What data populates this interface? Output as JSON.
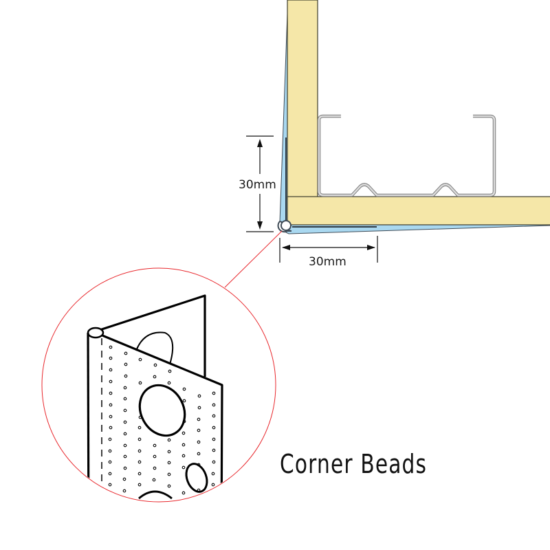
{
  "title": "Corner Beads",
  "dimensions": {
    "vertical": {
      "label": "30mm"
    },
    "horizontal": {
      "label": "30mm"
    }
  },
  "colors": {
    "drywall_fill": "#f5e7a8",
    "drywall_edge": "#3a3a2a",
    "bead_fill": "#a9d8f0",
    "bead_edge": "#3e4a55",
    "stud_fill": "#d9d9d9",
    "stud_edge": "#6e6e6e",
    "callout": "#e8262b",
    "dimension": "#111111",
    "sketch": "#000000"
  },
  "callout": {
    "target": "corner-bead-nosing",
    "detail": "perforated-corner-bead-sketch"
  }
}
